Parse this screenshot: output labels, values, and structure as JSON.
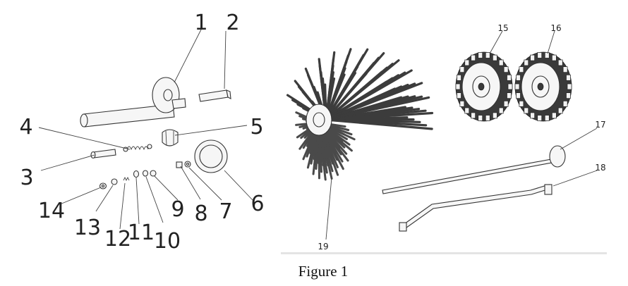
{
  "figure": {
    "caption": "Figure 1",
    "left_panel": {
      "labels": [
        "1",
        "2",
        "3",
        "4",
        "5",
        "6",
        "7",
        "8",
        "9",
        "10",
        "11",
        "12",
        "13",
        "14"
      ]
    },
    "right_panel": {
      "labels": [
        "15",
        "16",
        "17",
        "18",
        "19"
      ]
    }
  }
}
